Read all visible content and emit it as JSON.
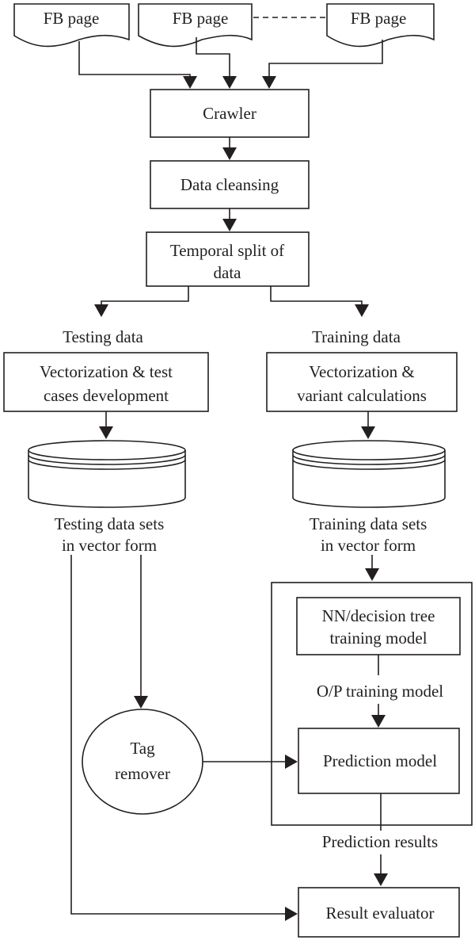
{
  "fb_pages": [
    "FB page",
    "FB page",
    "FB page"
  ],
  "crawler": "Crawler",
  "data_cleansing": "Data cleansing",
  "temporal_split": [
    "Temporal split of",
    "data"
  ],
  "testing_data": "Testing data",
  "training_data": "Training data",
  "vectorization_test": [
    "Vectorization & test",
    "cases development"
  ],
  "vectorization_train": [
    "Vectorization &",
    "variant calculations"
  ],
  "testing_sets": [
    "Testing data sets",
    "in vector form"
  ],
  "training_sets": [
    "Training data sets",
    "in vector form"
  ],
  "nn_model": [
    "NN/decision tree",
    "training model"
  ],
  "op_training_model": "O/P training model",
  "tag_remover": [
    "Tag",
    "remover"
  ],
  "prediction_model": "Prediction model",
  "prediction_results": "Prediction results",
  "result_evaluator": "Result evaluator"
}
